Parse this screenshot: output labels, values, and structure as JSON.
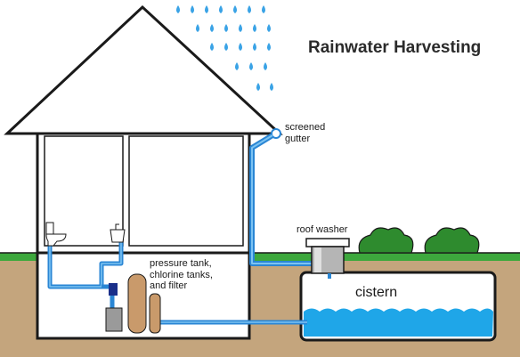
{
  "diagram": {
    "title": "Rainwater Harvesting",
    "labels": {
      "gutter": "screened\ngutter",
      "roof_washer": "roof washer",
      "equipment": "pressure tank,\nchlorine tanks,\nand filter",
      "cistern": "cistern"
    },
    "colors": {
      "rain": "#3aa3e6",
      "pipe": "#2a86d4",
      "grass": "#3da83d",
      "soil": "#c4a57d",
      "water": "#1fa6e8",
      "tank": "#c99a6b",
      "shrub": "#2e8b2e",
      "outline": "#1a1a1a"
    }
  }
}
